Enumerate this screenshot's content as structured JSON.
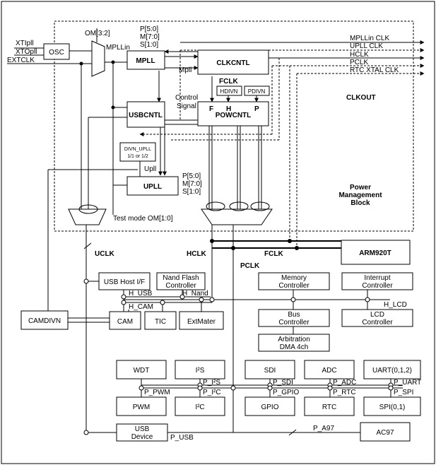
{
  "blocks": {
    "osc": "OSC",
    "mpll": "MPLL",
    "clkcntl": "CLKCNTL",
    "usbcntl": "USBCNTL",
    "powcntl": "POWCNTL",
    "upll": "UPLL",
    "divn_upll_1": "DIVN_UPLL",
    "divn_upll_2": "1/1 or 1/2",
    "hdivn": "HDIVN",
    "pdivn": "PDIVN",
    "arm920t": "ARM920T",
    "usb_host": "USB Host I/F",
    "nand_1": "Nand Flash",
    "nand_2": "Controller",
    "camdivn": "CAMDIVN",
    "cam": "CAM",
    "tic": "TIC",
    "extmater": "ExtMater",
    "memctl_1": "Memory",
    "memctl_2": "Controller",
    "intctl_1": "Interrupt",
    "intctl_2": "Controller",
    "busctl_1": "Bus",
    "busctl_2": "Controller",
    "lcdctl_1": "LCD",
    "lcdctl_2": "Controller",
    "arb_1": "Arbitration",
    "arb_2": "DMA 4ch",
    "wdt": "WDT",
    "i2s": "I²S",
    "sdi": "SDI",
    "adc": "ADC",
    "uart": "UART(0,1,2)",
    "pwm": "PWM",
    "i2c": "I²C",
    "gpio": "GPIO",
    "rtc": "RTC",
    "spi": "SPI(0,1)",
    "usbdev_1": "USB",
    "usbdev_2": "Device",
    "ac97": "AC97",
    "pmb_1": "Power",
    "pmb_2": "Management",
    "pmb_3": "Block"
  },
  "labels": {
    "xtipll": "XTIpll",
    "xtopll": "XTOpll",
    "extclk": "EXTCLK",
    "om32": "OM[3:2]",
    "mpllin": "MPLLin",
    "mpll_p": "P[5:0]",
    "mpll_m": "M[7:0]",
    "mpll_s": "S[1:0]",
    "mpll_out": "Mpll",
    "fclk_top": "FCLK",
    "f": "F",
    "h": "H",
    "p": "P",
    "control": "Control",
    "signal": "Signal",
    "clkout": "CLKOUT",
    "upll_out": "Upll",
    "upll_p": "P[5:0]",
    "upll_m": "M[7:0]",
    "upll_s": "S[1:0]",
    "testmode": "Test mode OM[1:0]",
    "mpllin_clk": "MPLLin CLK",
    "upll_clk": "UPLL CLK",
    "hclk_out": "HCLK",
    "pclk_out": "PCLK",
    "rtc_xtal": "RTC XTAL CLK",
    "uclk": "UCLK",
    "hclk": "HCLK",
    "pclk": "PCLK",
    "fclk": "FCLK",
    "h_usb": "H_USB",
    "h_cam": "H_CAM",
    "h_nand": "H_Nand",
    "h_lcd": "H_LCD",
    "p_pwm": "P_PWM",
    "p_i2s": "P_I²S",
    "p_i2c": "P_I²C",
    "p_sdi": "P_SDI",
    "p_gpio": "P_GPIO",
    "p_adc": "P_ADC",
    "p_rtc": "P_RTC",
    "p_uart": "P_UART",
    "p_spi": "P_SPI",
    "p_a97": "P_A97",
    "p_usb": "P_USB"
  }
}
